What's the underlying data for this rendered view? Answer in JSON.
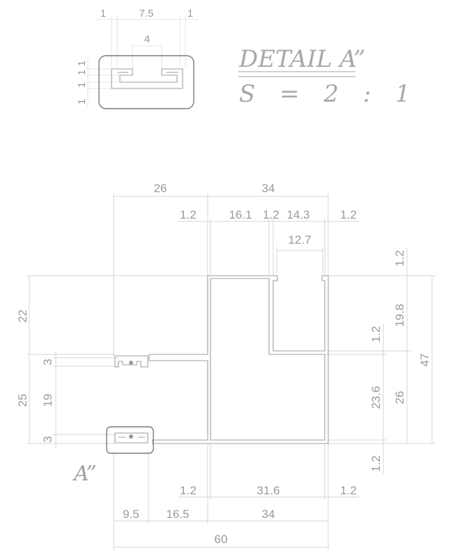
{
  "detail": {
    "title": "DETAIL A”",
    "scale": "S = 2 : 1",
    "dims_top": [
      "1",
      "7.5",
      "1"
    ],
    "dim_inner": "4",
    "dims_left": [
      "1",
      "1",
      "1",
      "1"
    ]
  },
  "main": {
    "top_overall": [
      "26",
      "34"
    ],
    "top_detail": [
      "1.2",
      "16.1",
      "1.2",
      "14.3",
      "1.2"
    ],
    "slot_width": "12.7",
    "left": [
      "22",
      "3",
      "19",
      "25",
      "3"
    ],
    "right_inner": [
      "1.2",
      "23.6",
      "1.2"
    ],
    "right_outer": [
      "1.2",
      "19.8",
      "26"
    ],
    "right_total": "47",
    "bottom_detail": [
      "1.2",
      "31.6",
      "1.2"
    ],
    "bottom": [
      "9.5",
      "16.5",
      "34"
    ],
    "bottom_total": "60",
    "callout": "A”"
  }
}
